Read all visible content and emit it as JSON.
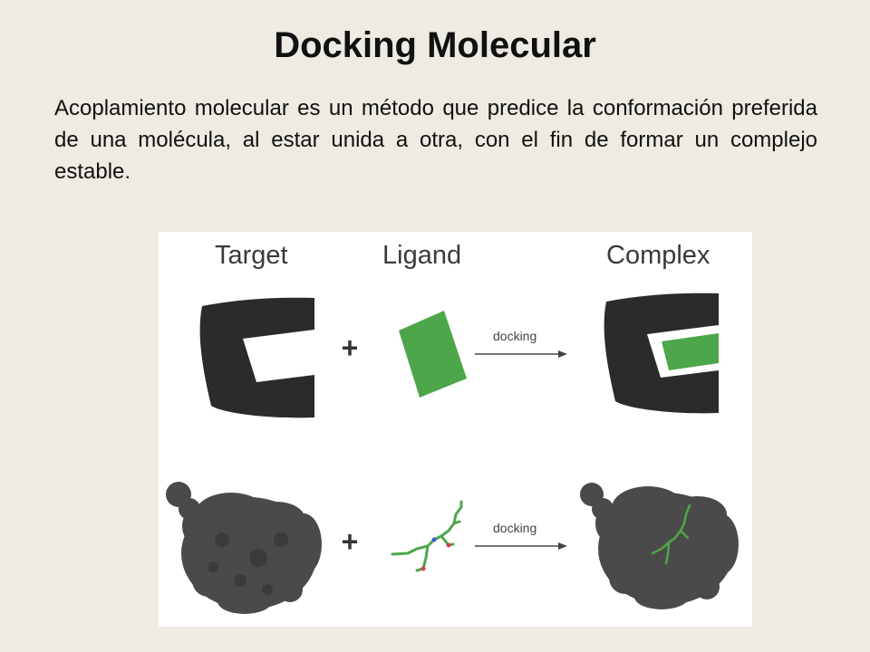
{
  "slide": {
    "title": "Docking Molecular",
    "body": "Acoplamiento molecular es un método que predice la conformación preferida de una molécula, al estar unida a otra, con el fin de formar un complejo estable."
  },
  "figure": {
    "labels": {
      "target": "Target",
      "ligand": "Ligand",
      "complex": "Complex"
    },
    "plus_sign": "+",
    "arrow_label": "docking",
    "colors": {
      "receptor": "#2b2b2b",
      "ligand": "#4ea64a",
      "surface": "#4a4a4a",
      "arrow": "#444444"
    }
  }
}
